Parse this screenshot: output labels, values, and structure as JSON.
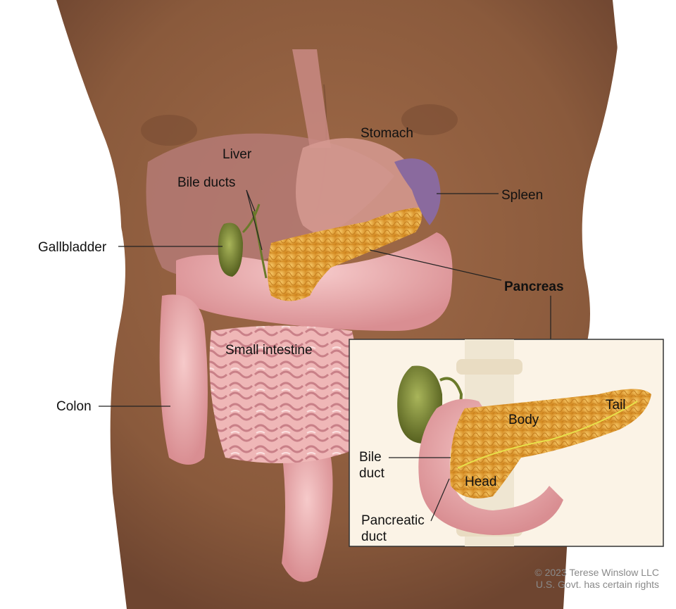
{
  "labels": {
    "liver": "Liver",
    "stomach": "Stomach",
    "spleen": "Spleen",
    "bile_ducts": "Bile ducts",
    "gallbladder": "Gallbladder",
    "pancreas": "Pancreas",
    "small_intestine": "Small intestine",
    "colon": "Colon"
  },
  "inset": {
    "body": "Body",
    "tail": "Tail",
    "head": "Head",
    "bile_duct_line1": "Bile",
    "bile_duct_line2": "duct",
    "pancreatic_duct_line1": "Pancreatic",
    "pancreatic_duct_line2": "duct"
  },
  "credit": {
    "line1": "© 2023 Terese Winslow LLC",
    "line2": "U.S. Govt. has certain rights"
  },
  "colors": {
    "skin": "#8a5a3c",
    "skin_dark": "#6e4530",
    "organ_pink": "#e9a8a8",
    "pancreas_orange": "#e7a53a",
    "gallbladder_green": "#7a8a3a",
    "spleen_purple": "#8a6a9e",
    "inset_bg": "#fbf3e6"
  }
}
